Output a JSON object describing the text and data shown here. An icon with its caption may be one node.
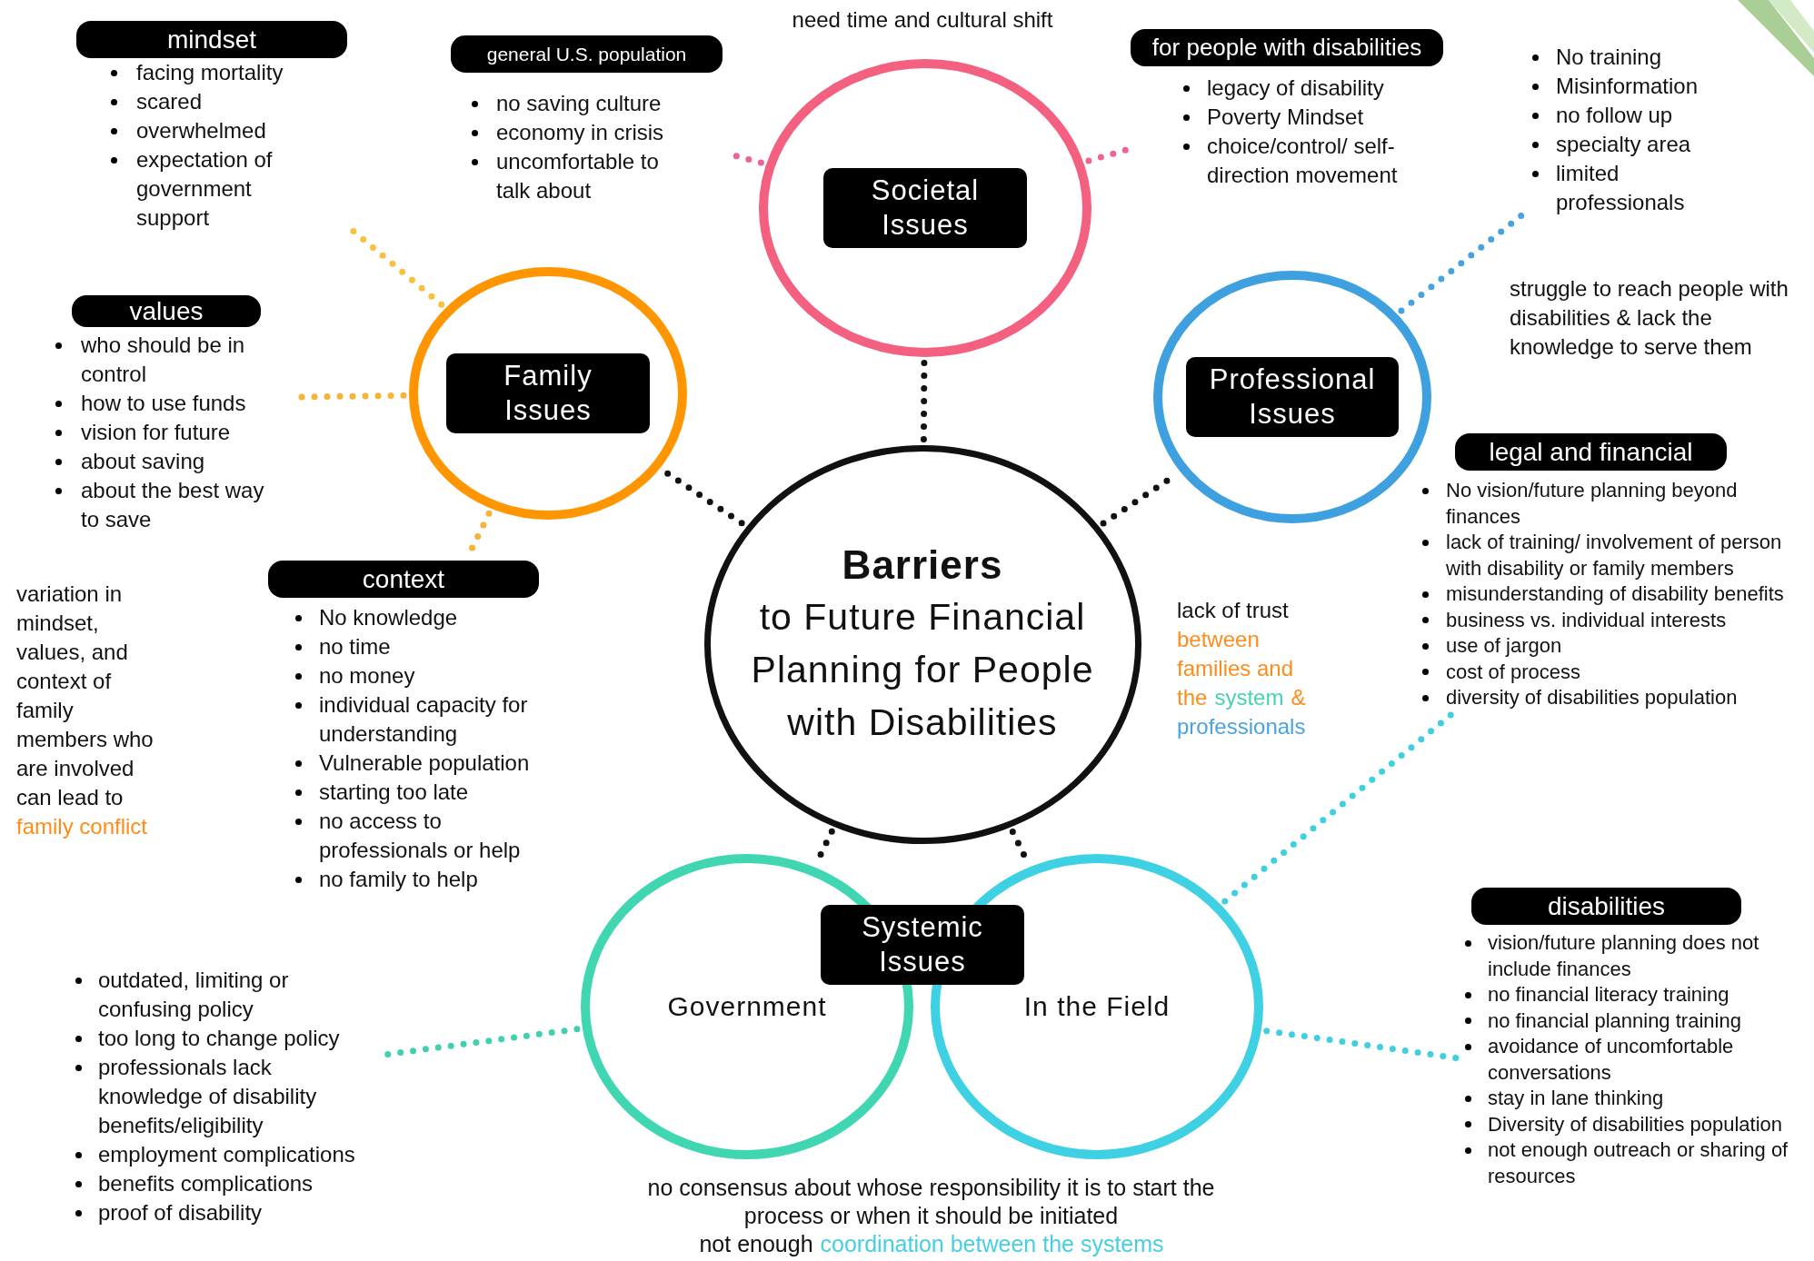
{
  "diagram": {
    "nodes": [
      {
        "text": [
          "Barriers",
          "to Future Financial Planning for People with Disabilities"
        ]
      },
      {
        "text": [
          "Societal Issues"
        ]
      },
      {
        "text": [
          "Family Issues"
        ]
      },
      {
        "text": [
          "Professional Issues"
        ]
      },
      {
        "text": [
          "Government"
        ]
      },
      {
        "text": [
          "In the Field"
        ]
      },
      {
        "text": [
          "Systemic Issues"
        ]
      },
      {
        "text": [
          "mindset",
          "facing mortality",
          "scared",
          "overwhelmed",
          "expectation of government support"
        ]
      },
      {
        "text": [
          "general U.S. population",
          "no saving culture",
          "economy in crisis",
          "uncomfortable to talk about"
        ]
      },
      {
        "text": [
          "for people with disabilities",
          "legacy of disability",
          "Poverty Mindset",
          "choice/control/ self-direction movement"
        ]
      },
      {
        "text": [
          "No training",
          "Misinformation",
          "no follow up",
          "specialty area",
          "limited professionals"
        ]
      },
      {
        "text": [
          "values",
          "who should be in control",
          "how to use funds",
          "vision for future",
          "about saving",
          "about the best way to save"
        ]
      },
      {
        "text": [
          "legal and financial",
          "No vision/future planning beyond finances",
          "lack of training/ involvement of person with disability or family members",
          "misunderstanding of disability benefits",
          "business vs. individual interests",
          "use of jargon",
          "cost of process",
          "diversity of disabilities population"
        ]
      },
      {
        "text": [
          "context",
          "No knowledge",
          "no time",
          "no money",
          "individual capacity for understanding",
          "Vulnerable population",
          "starting too late",
          "no access to professionals or help",
          "no family to help"
        ]
      },
      {
        "text": [
          "disabilities",
          "vision/future planning does not include finances",
          "no financial literacy training",
          "no financial planning training",
          "avoidance of uncomfortable conversations",
          "stay in lane thinking",
          "Diversity of disabilities population",
          "not enough outreach or sharing of resources"
        ]
      },
      {
        "text": [
          "outdated, limiting or confusing policy",
          "too long to change policy",
          "professionals lack knowledge of disability benefits/eligibility",
          "employment complications",
          "benefits complications",
          "proof of disability"
        ]
      }
    ],
    "edges": [
      {
        "from": 0,
        "to": 1,
        "arrow": "none"
      },
      {
        "from": 0,
        "to": 2,
        "arrow": "none"
      },
      {
        "from": 0,
        "to": 3,
        "arrow": "none"
      },
      {
        "from": 0,
        "to": 4,
        "arrow": "none"
      },
      {
        "from": 0,
        "to": 5,
        "arrow": "none"
      },
      {
        "from": 2,
        "to": 7,
        "arrow": "none",
        "color": "#f7c040"
      },
      {
        "from": 2,
        "to": 11,
        "arrow": "none",
        "color": "#f9b233"
      },
      {
        "from": 2,
        "to": 13,
        "arrow": "none",
        "color": "#f9b233"
      },
      {
        "from": 1,
        "to": 8,
        "arrow": "none",
        "color": "#f06292"
      },
      {
        "from": 1,
        "to": 9,
        "arrow": "none",
        "color": "#f06292"
      },
      {
        "from": 3,
        "to": 10,
        "arrow": "none",
        "color": "#45a3e0"
      },
      {
        "from": 5,
        "to": 12,
        "arrow": "none",
        "color": "#3fd0e0"
      },
      {
        "from": 5,
        "to": 14,
        "arrow": "none",
        "color": "#3fd0e0"
      },
      {
        "from": 4,
        "to": 15,
        "arrow": "none",
        "color": "#3fd0b0"
      }
    ],
    "labels": [
      "need time and cultural shift",
      "struggle to reach people with disabilities & lack the knowledge to serve them",
      "lack of trust",
      "between families and",
      "the",
      "system",
      "&",
      "professionals",
      "variation in mindset, values, and context of family members who are involved can lead to",
      "family conflict",
      "no consensus about whose responsibility it is to start the process or when it should be initiated",
      "not enough",
      "coordination between the systems"
    ]
  }
}
